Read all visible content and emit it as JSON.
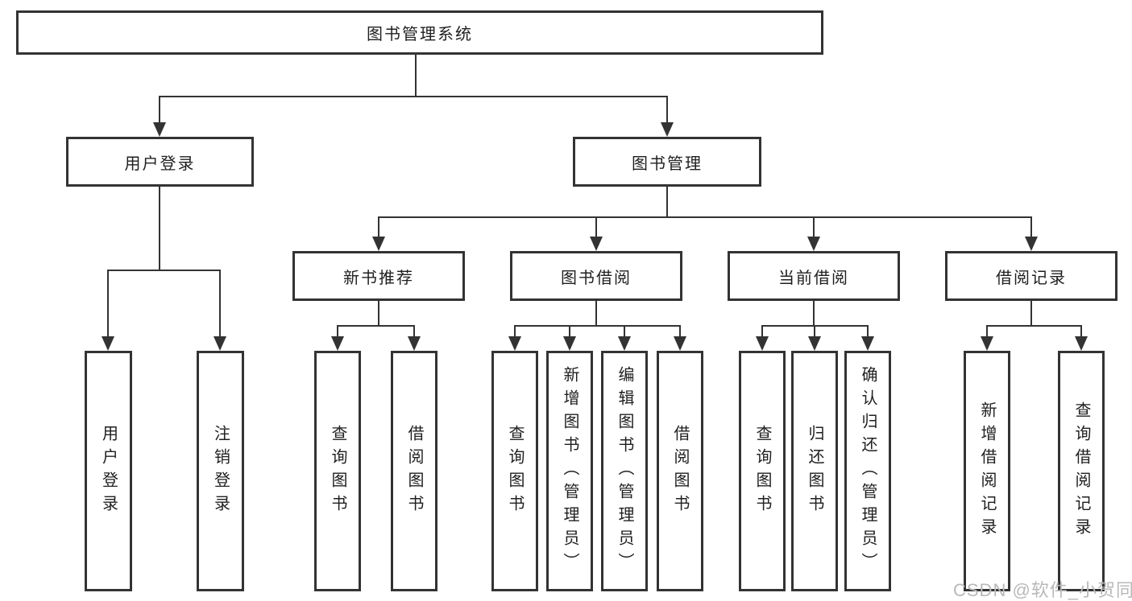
{
  "diagram": {
    "root": {
      "label": "图书管理系统"
    },
    "branches": {
      "user_login": {
        "label": "用户登录",
        "children": [
          "用户登录",
          "注销登录"
        ]
      },
      "book_mgmt": {
        "label": "图书管理"
      }
    },
    "categories": {
      "new_book": {
        "label": "新书推荐",
        "children": [
          "查询图书",
          "借阅图书"
        ]
      },
      "borrow": {
        "label": "图书借阅",
        "children": [
          "查询图书",
          "新增图书（管理员）",
          "编辑图书（管理员）",
          "借阅图书"
        ]
      },
      "current": {
        "label": "当前借阅",
        "children": [
          "查询图书",
          "归还图书",
          "确认归还（管理员）"
        ]
      },
      "records": {
        "label": "借阅记录",
        "children": [
          "新增借阅记录",
          "查询借阅记录"
        ]
      }
    }
  },
  "watermark": "CSDN @软件_小贺同学",
  "colors": {
    "line": "#333333",
    "text": "#1f1f1f",
    "watermark": "#b9b9b9",
    "background": "#ffffff"
  }
}
